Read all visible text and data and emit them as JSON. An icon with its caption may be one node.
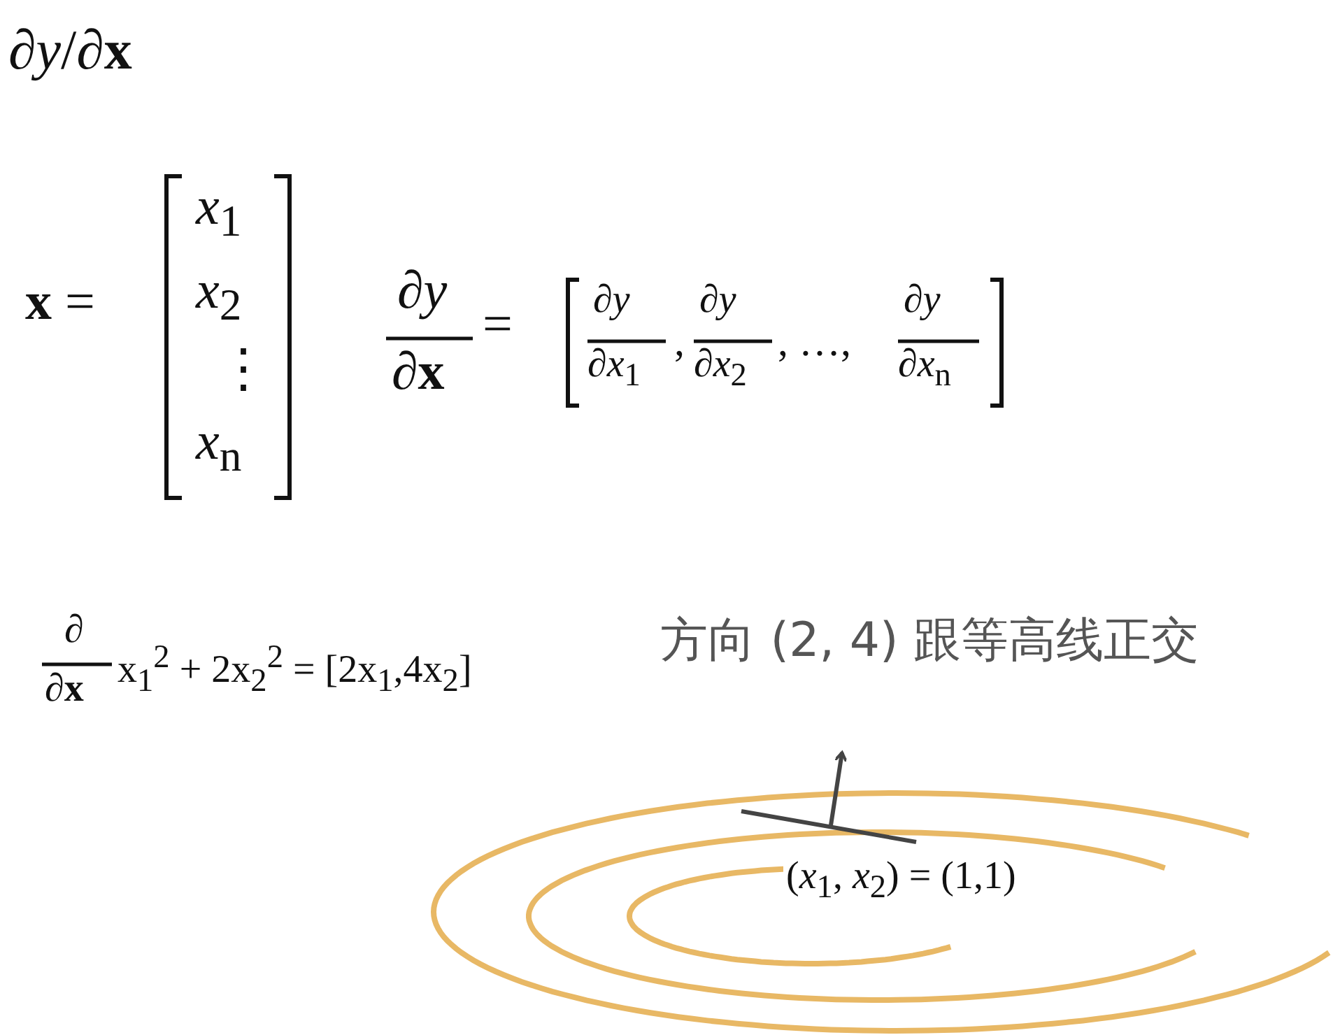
{
  "diagram": {
    "title": "∂*y*/∂**x**",
    "labels": [
      "**x** =",
      "*x*$_{1}$",
      "*x*$_{2}$",
      "⋮",
      "*x*$_{n}$",
      "∂*y*",
      "∂**x**",
      "=",
      "∂*y*",
      "∂*x*$_{1}$",
      ",",
      "∂*y*",
      "∂*x*$_{2}$",
      ", …,",
      "∂*y*",
      "∂*x*$_{n}$",
      "∂",
      "∂**x**",
      "x$_{1}$$^{2}$ + 2x$_{2}$$^{2}$ = [2x$_{1}$,4x$_{2}$]",
      "方向 (2, 4) 跟等高线正交",
      "(*x*$_{1}$, *x*$_{2}$) = (1,1)"
    ]
  }
}
